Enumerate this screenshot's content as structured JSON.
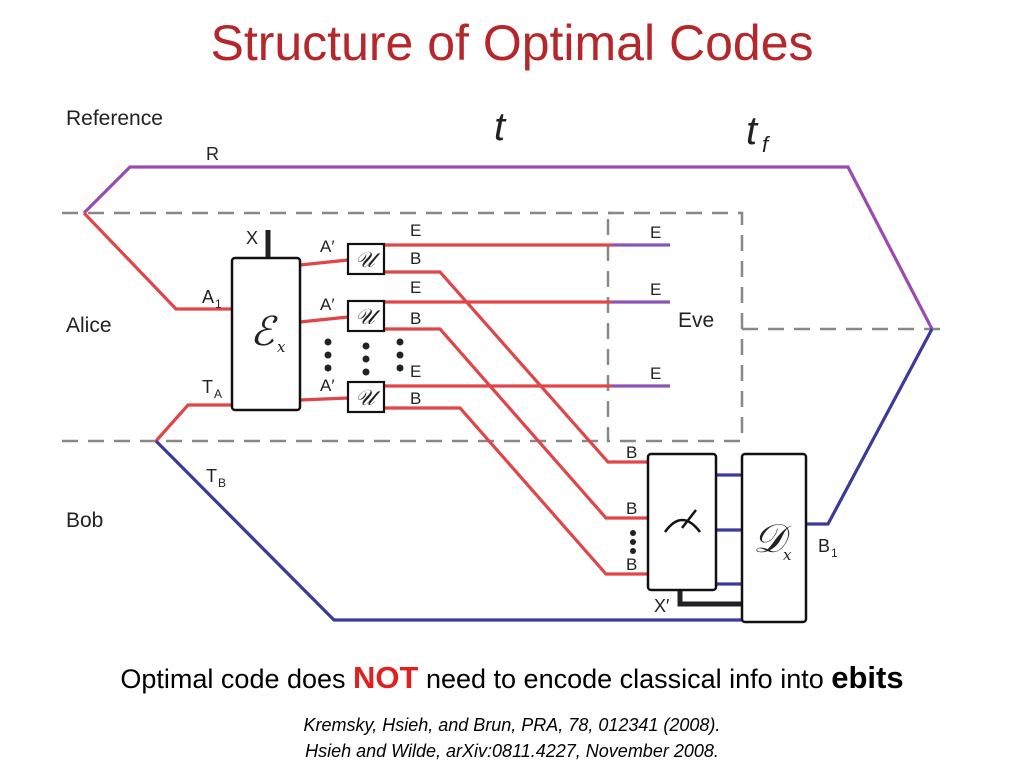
{
  "title": "Structure of Optimal Codes",
  "regions": {
    "reference": "Reference",
    "alice": "Alice",
    "bob": "Bob",
    "eve": "Eve"
  },
  "time_labels": {
    "t": "t",
    "tf_main": "t",
    "tf_sub": "f"
  },
  "wires": {
    "R": "R",
    "A1_main": "A",
    "A1_sub": "1",
    "TA_main": "T",
    "TA_sub": "A",
    "TB_main": "T",
    "TB_sub": "B",
    "X": "X",
    "A_prime": "A′",
    "E": "E",
    "B": "B",
    "X_prime": "X′",
    "B1_main": "B",
    "B1_sub": "1"
  },
  "boxes": {
    "encoder_main": "ℰ",
    "encoder_sub": "x",
    "unitary": "𝒰",
    "decoder_main": "𝒟",
    "decoder_sub": "x"
  },
  "colors": {
    "title": "#b5272b",
    "alice_wire": "#e04548",
    "bob_wire": "#3b3a9a",
    "reference_wire": "#9b4bb0",
    "eve_wire": "#8a55b8",
    "dashed": "#888888",
    "emphasis_red": "#e0201c"
  },
  "tagline": {
    "part1": "Optimal code does ",
    "not": "NOT",
    "part2": " need to encode classical info into ",
    "ebits": "ebits"
  },
  "citations": [
    "Kremsky, Hsieh, and Brun, PRA, 78, 012341 (2008).",
    "Hsieh and Wilde, arXiv:0811.4227, November 2008."
  ]
}
